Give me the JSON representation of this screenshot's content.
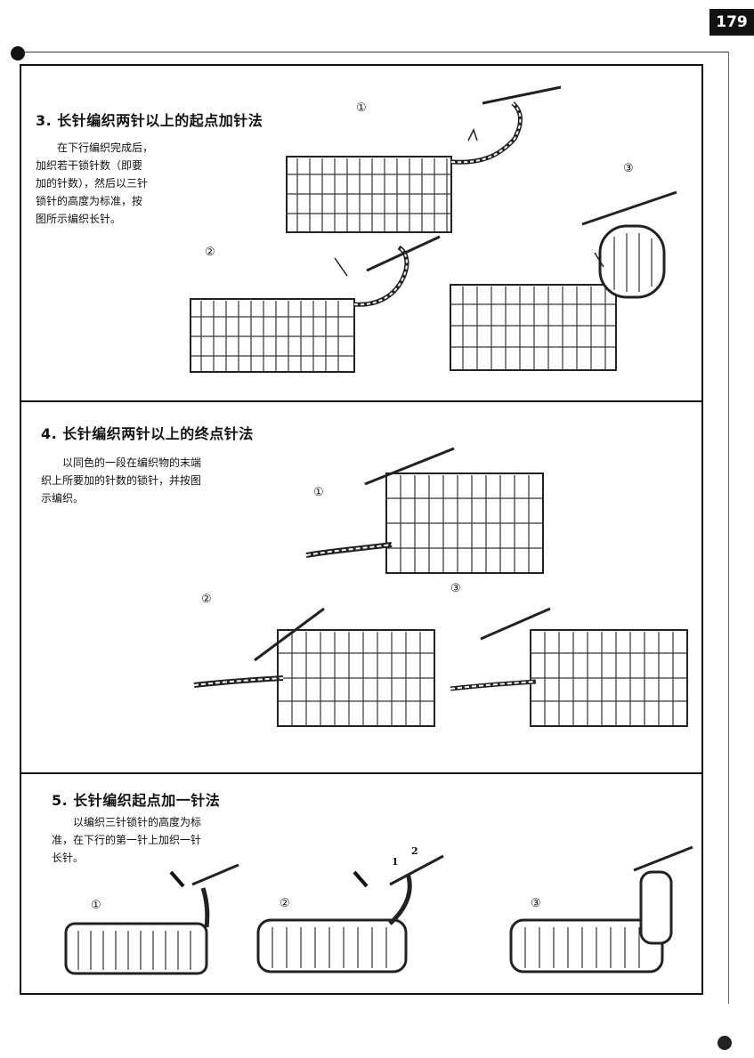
{
  "page": {
    "number": "179"
  },
  "sections": [
    {
      "title": "3. 长针编织两针以上的起点加针法",
      "text": "在下行编织完成后，\n加织若干锁针数（即要\n加的针数），然后以三针\n锁针的高度为标准，按\n图所示编织长针。",
      "steps": [
        "①",
        "②",
        "③"
      ]
    },
    {
      "title": "4. 长针编织两针以上的终点针法",
      "text": "以同色的一段在编织物的末端\n织上所要加的针数的锁针，并按图\n示编织。",
      "steps": [
        "①",
        "②",
        "③"
      ]
    },
    {
      "title": "5. 长针编织起点加一针法",
      "text": "以编织三针锁针的高度为标\n准，在下行的第一针上加织一针\n长针。",
      "steps": [
        "①",
        "②",
        "③"
      ],
      "arrow_labels": [
        "1",
        "2"
      ]
    }
  ]
}
